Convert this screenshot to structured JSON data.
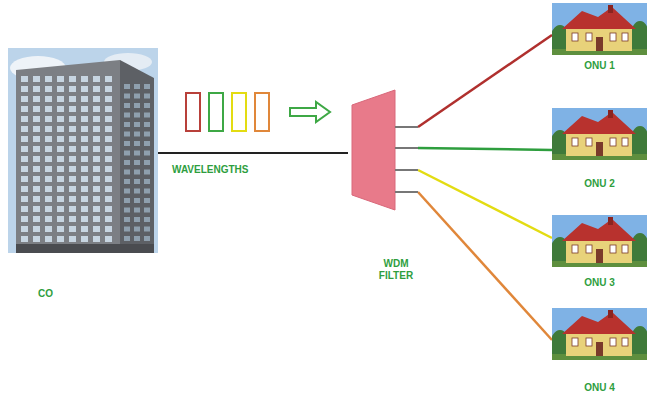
{
  "diagram": {
    "nodes": [
      {
        "text": [
          "CO"
        ]
      },
      {
        "text": [
          "WDM FILTER"
        ]
      },
      {
        "text": [
          "ONU 1"
        ]
      },
      {
        "text": [
          "ONU 2"
        ]
      },
      {
        "text": [
          "ONU 3"
        ]
      },
      {
        "text": [
          "ONU 4"
        ]
      }
    ],
    "edges": [
      {
        "from": 0,
        "to": 1,
        "arrow": "none"
      },
      {
        "from": 1,
        "to": 2,
        "arrow": "none"
      },
      {
        "from": 1,
        "to": 3,
        "arrow": "none"
      },
      {
        "from": 1,
        "to": 4,
        "arrow": "none"
      },
      {
        "from": 1,
        "to": 5,
        "arrow": "none"
      }
    ],
    "labels": [
      "WAVELENGTHS"
    ]
  }
}
